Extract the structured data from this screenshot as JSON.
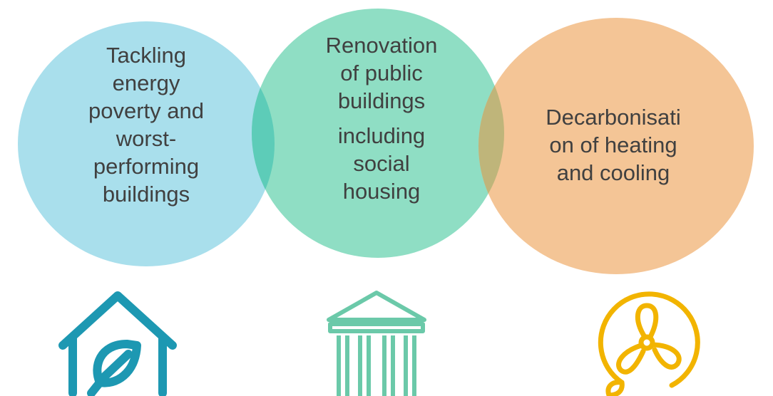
{
  "colors": {
    "circle_1": "#A9DFEC",
    "circle_2": "#8FDEC4",
    "circle_3": "#F4C596",
    "overlap_1_2": "#5DCCB8",
    "overlap_2_3": "#BFB57A",
    "icon_1": "#1D98B2",
    "icon_2": "#6BC9A9",
    "icon_3": "#F2B400",
    "text": "#404040"
  },
  "circles": [
    {
      "label_lines": [
        "Tackling",
        "energy",
        "poverty and",
        "worst-",
        "performing",
        "buildings"
      ],
      "icon": "house-leaf-icon"
    },
    {
      "label_lines": [
        "Renovation",
        "of public",
        "buildings"
      ],
      "label_lines_2": [
        "including",
        "social",
        "housing"
      ],
      "icon": "public-building-icon"
    },
    {
      "label_lines": [
        "Decarbonisati",
        "on of heating",
        "and cooling"
      ],
      "icon": "fan-leaf-icon"
    }
  ]
}
